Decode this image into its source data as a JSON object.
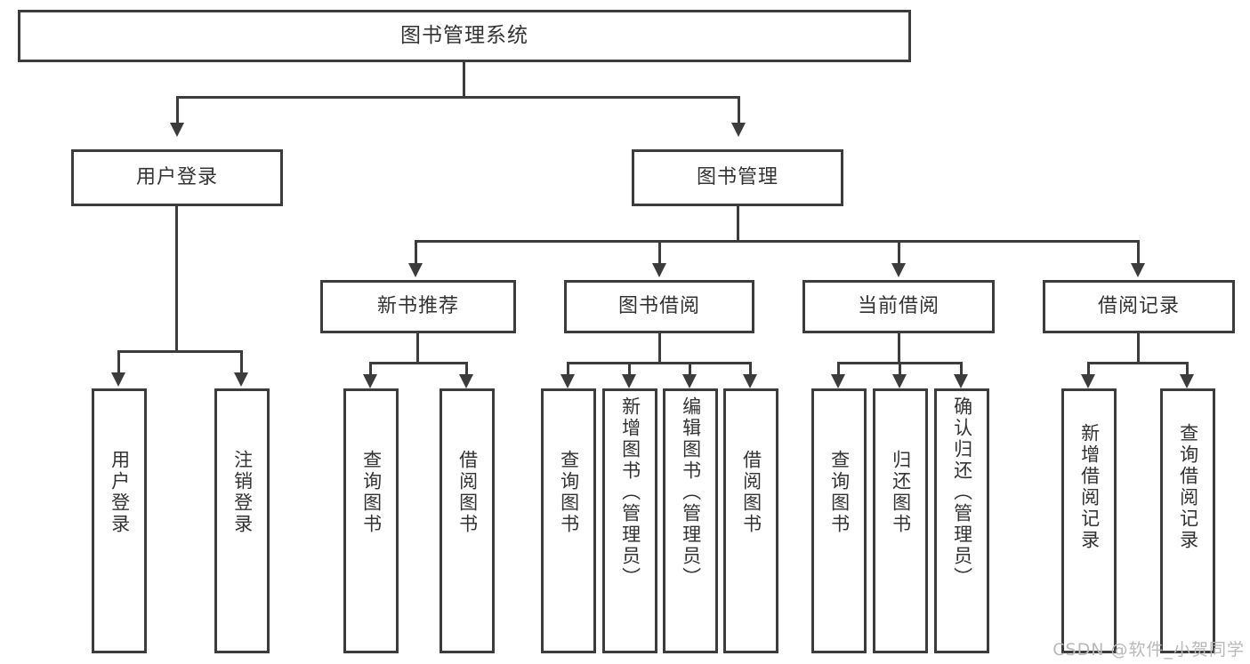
{
  "diagram": {
    "title": "图书管理系统",
    "type": "tree",
    "watermark": "CSDN @软件_小贺同学",
    "accent_color": "#3c3c3c",
    "text_color": "#333333",
    "background_color": "#ffffff"
  },
  "nodes": {
    "root": {
      "label": "图书管理系统"
    },
    "level2": [
      {
        "label": "用户登录"
      },
      {
        "label": "图书管理"
      }
    ],
    "level3": [
      {
        "label": "新书推荐"
      },
      {
        "label": "图书借阅"
      },
      {
        "label": "当前借阅"
      },
      {
        "label": "借阅记录"
      }
    ],
    "leaves": {
      "user_login": [
        {
          "label": "用户登录"
        },
        {
          "label": "注销登录"
        }
      ],
      "new_book_recommend": [
        {
          "label": "查询图书"
        },
        {
          "label": "借阅图书"
        }
      ],
      "book_borrow": [
        {
          "label": "查询图书"
        },
        {
          "label": "新增图书（管理员）"
        },
        {
          "label": "编辑图书（管理员）"
        },
        {
          "label": "借阅图书"
        }
      ],
      "current_borrow": [
        {
          "label": "查询图书"
        },
        {
          "label": "归还图书"
        },
        {
          "label": "确认归还（管理员）"
        }
      ],
      "borrow_record": [
        {
          "label": "新增借阅记录"
        },
        {
          "label": "查询借阅记录"
        }
      ]
    }
  }
}
